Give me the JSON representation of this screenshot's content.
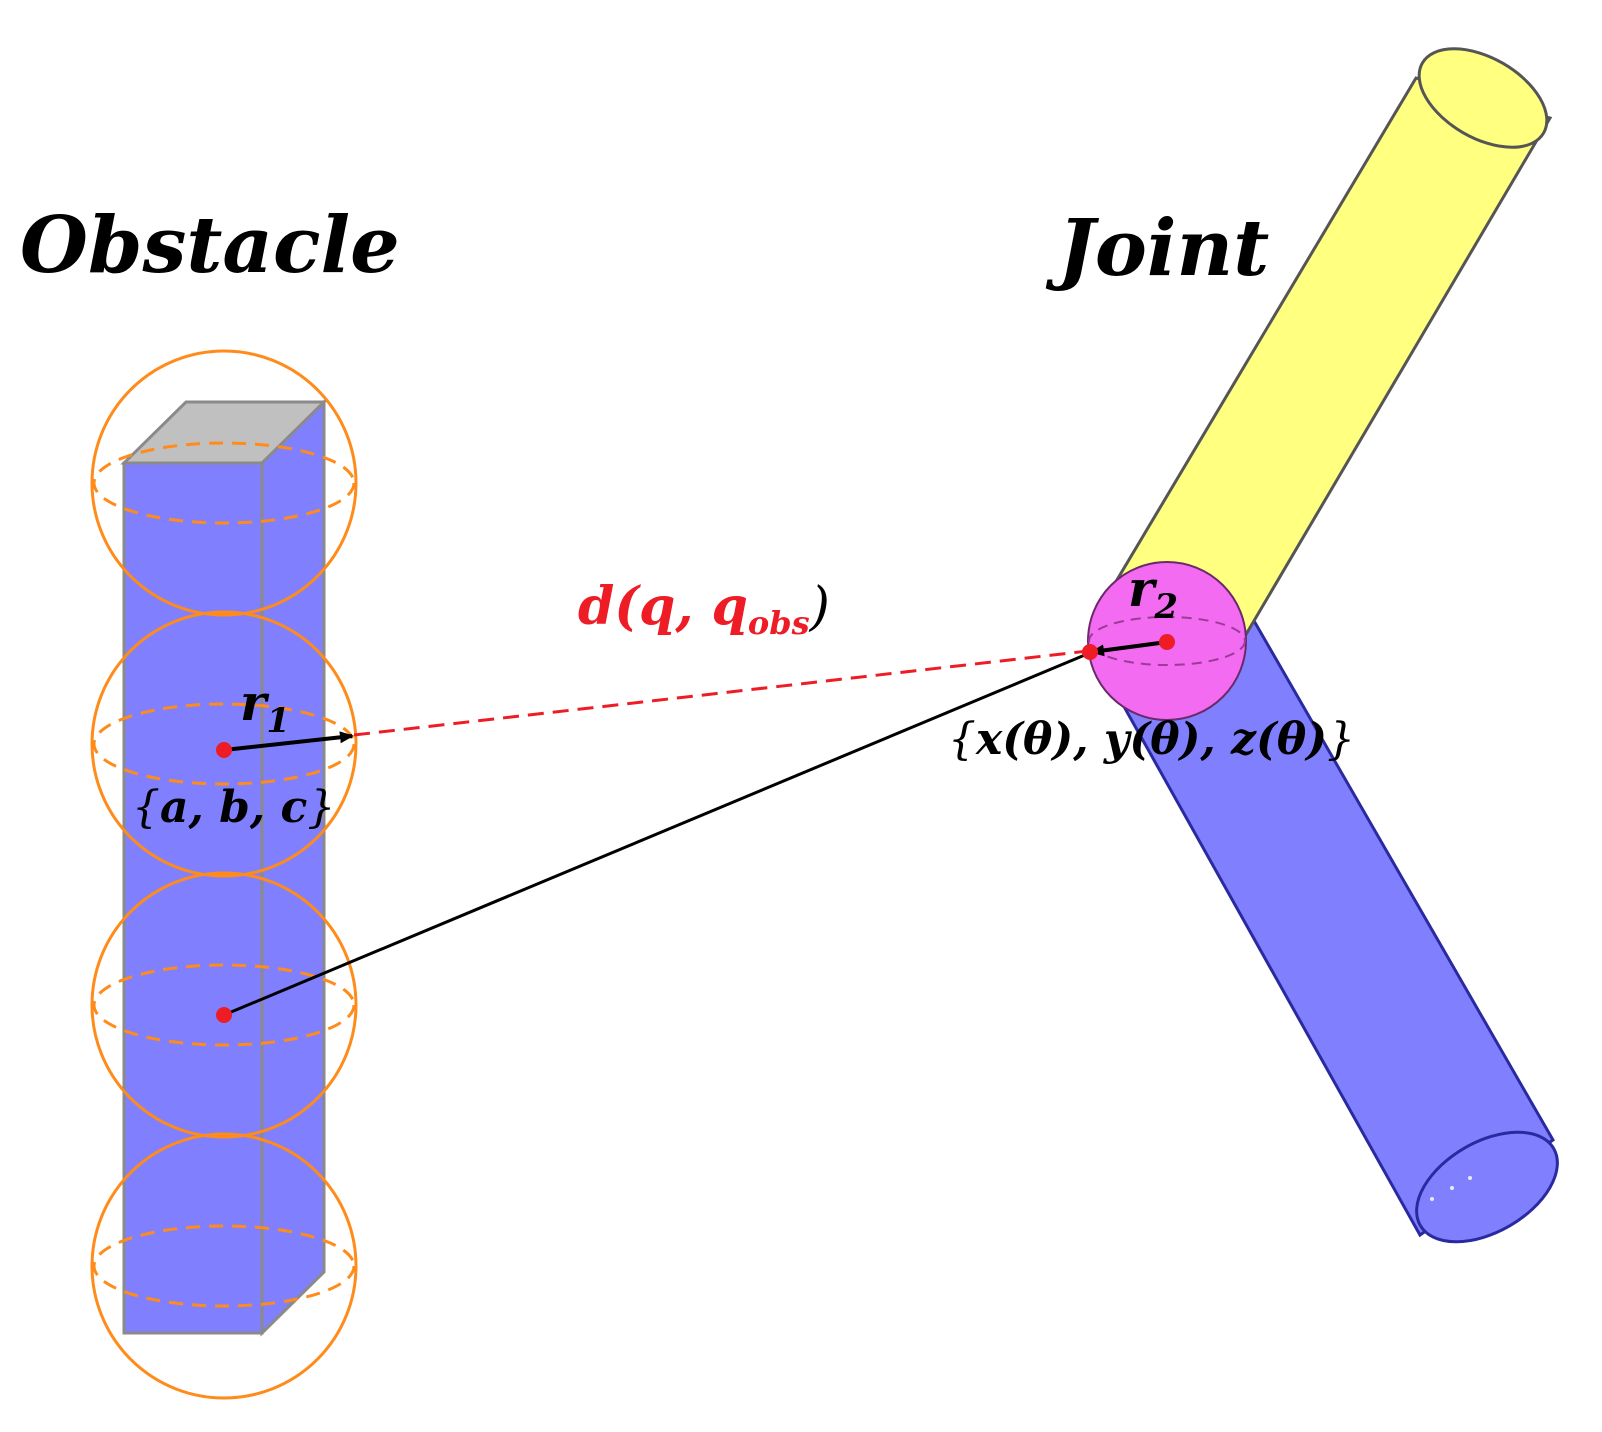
{
  "labels": {
    "obstacle": "Obstacle",
    "joint": "Joint"
  },
  "annotations": {
    "distance": {
      "main": "d(q, q",
      "sub": "obs",
      "close": ")"
    },
    "r1": {
      "base": "r",
      "sub": "1"
    },
    "r2": {
      "base": "r",
      "sub": "2"
    },
    "obstacle_center": {
      "open": "{",
      "body": "a, b, c",
      "close": "}"
    },
    "joint_center": {
      "open": "{",
      "body": "x(θ), y(θ), z(θ)",
      "close": "}"
    }
  },
  "colors": {
    "obstacle_fill": "#8080ff",
    "obstacle_top": "#c0c0c0",
    "sphere_outline": "#ff8c1a",
    "link_upper": "#ffff80",
    "link_lower": "#8080ff",
    "joint_sphere": "#f36bf0",
    "distance_line": "#ee1c25",
    "center_point": "#ee1c25"
  }
}
